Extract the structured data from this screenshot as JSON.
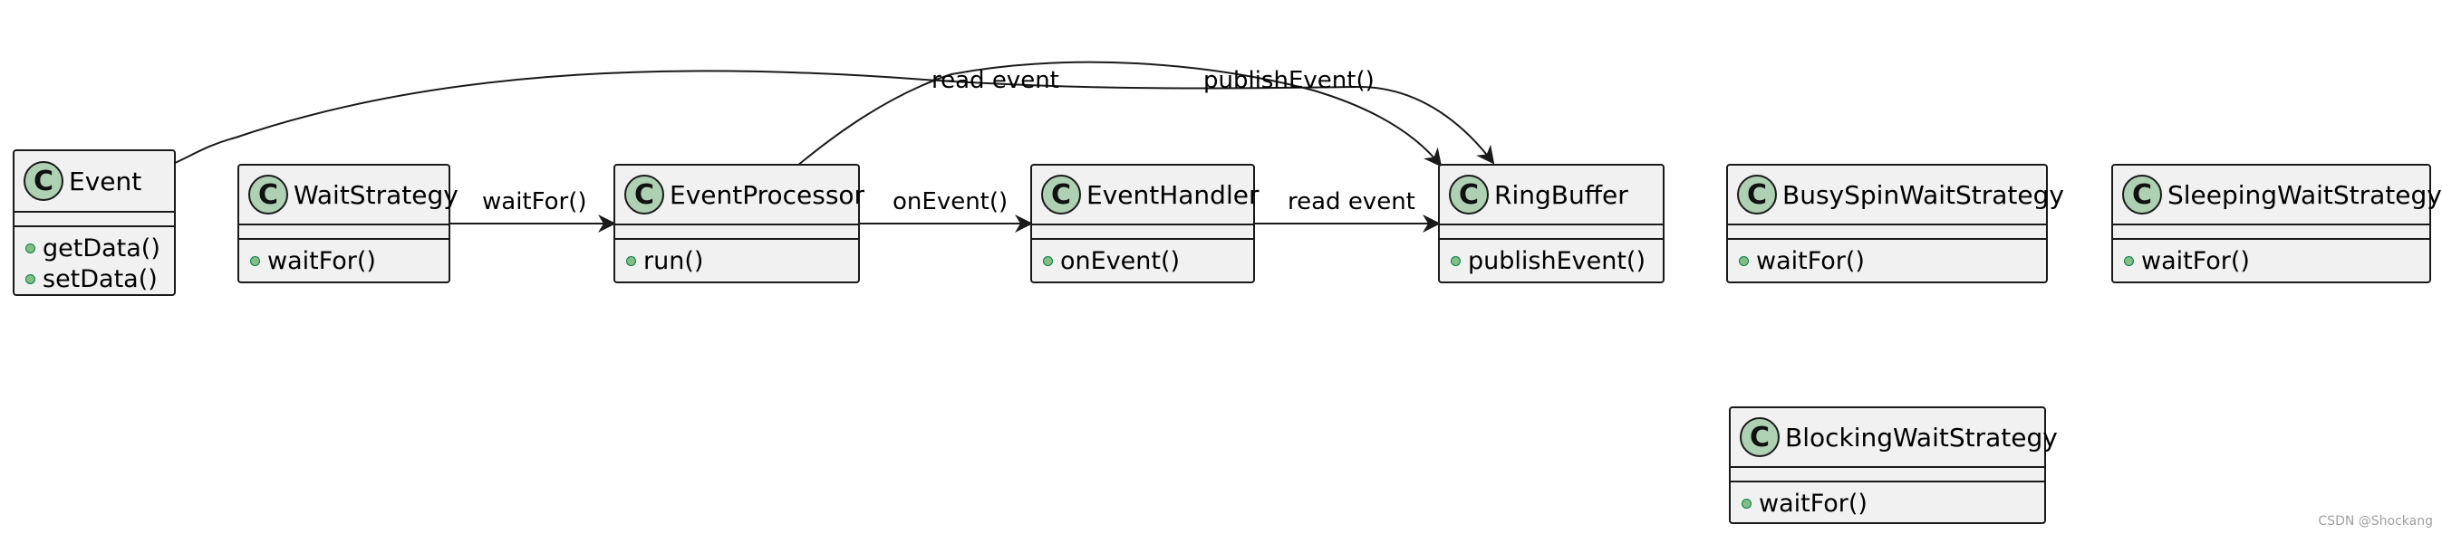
{
  "classes": [
    {
      "id": "event",
      "badge": "C",
      "name": "Event",
      "ops": [
        "getData()",
        "setData()"
      ]
    },
    {
      "id": "waitstrategy",
      "badge": "C",
      "name": "WaitStrategy",
      "ops": [
        "waitFor()"
      ]
    },
    {
      "id": "eventprocessor",
      "badge": "C",
      "name": "EventProcessor",
      "ops": [
        "run()"
      ]
    },
    {
      "id": "eventhandler",
      "badge": "C",
      "name": "EventHandler",
      "ops": [
        "onEvent()"
      ]
    },
    {
      "id": "ringbuffer",
      "badge": "C",
      "name": "RingBuffer",
      "ops": [
        "publishEvent()"
      ]
    },
    {
      "id": "busyspin",
      "badge": "C",
      "name": "BusySpinWaitStrategy",
      "ops": [
        "waitFor()"
      ]
    },
    {
      "id": "sleeping",
      "badge": "C",
      "name": "SleepingWaitStrategy",
      "ops": [
        "waitFor()"
      ]
    },
    {
      "id": "blocking",
      "badge": "C",
      "name": "BlockingWaitStrategy",
      "ops": [
        "waitFor()"
      ]
    }
  ],
  "edge_labels": {
    "waitfor": "waitFor()",
    "onevent": "onEvent()",
    "read_event_handler": "read event",
    "read_event_processor": "read event",
    "publish_event": "publishEvent()"
  },
  "watermark": "CSDN @Shockang",
  "colors": {
    "badge": "#add1b2",
    "box": "#f1f1f1",
    "dot": "#84be84"
  }
}
